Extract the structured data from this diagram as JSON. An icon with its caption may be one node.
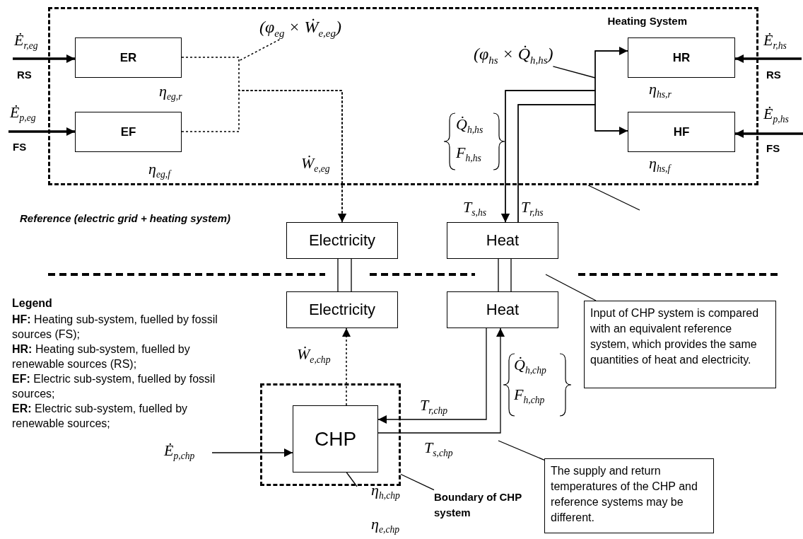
{
  "diagram": {
    "nodes": [
      {
        "text": [
          "Heating System"
        ]
      },
      {
        "text": [
          "ER"
        ],
        "in": 0,
        "beside": [
          "η$_{eg,r}$"
        ]
      },
      {
        "text": [
          "EF"
        ],
        "in": 0,
        "beside": [
          "η$_{eg,f}$"
        ]
      },
      {
        "text": [
          "HR"
        ],
        "in": 0,
        "beside": [
          "η$_{hs,r}$"
        ]
      },
      {
        "text": [
          "HF"
        ],
        "in": 0,
        "beside": [
          "η$_{hs,f}$"
        ]
      },
      {
        "text": [
          "Electricity"
        ]
      },
      {
        "text": [
          "Heat"
        ]
      },
      {
        "text": [
          "Electricity"
        ]
      },
      {
        "text": [
          "Heat"
        ]
      },
      {
        "text": [],
        "shape": "box"
      },
      {
        "text": [
          "CHP"
        ],
        "in": 9
      },
      {
        "text": [
          "η$_{h,chp}$",
          "η$_{e,chp}$"
        ]
      },
      {
        "text": [
          "Boundary of CHP system"
        ]
      },
      {
        "text": [
          "Input of CHP system is compared with an equivalent reference system, which provides the same quantities of heat and electricity."
        ]
      },
      {
        "text": [
          "The supply and return temperatures of the CHP and reference systems may be different."
        ]
      },
      {
        "text": [
          "(φ$_{hs}$ × Q̇$_{h,hs}$)"
        ],
        "in": 0
      },
      {
        "text": [
          "(φ$_{eg}$ × Ẇ$_{e,eg}$)"
        ],
        "in": 0
      },
      {
        "text": [
          "Ė$_{r,eg}$",
          "RS"
        ]
      },
      {
        "text": [
          "Ė$_{p,eg}$",
          "FS"
        ]
      },
      {
        "text": [
          "Ė$_{r,hs}$",
          "RS"
        ]
      },
      {
        "text": [
          "Ė$_{p,hs}$",
          "FS"
        ]
      },
      {
        "text": [
          "Ė$_{p,chp}$"
        ]
      }
    ],
    "edges": [
      {
        "from": 17,
        "to": 1,
        "arrow": "to",
        "style": "thick"
      },
      {
        "from": 18,
        "to": 2,
        "arrow": "to",
        "style": "thick"
      },
      {
        "from": 19,
        "to": 3,
        "arrow": "to",
        "style": "thick"
      },
      {
        "from": 20,
        "to": 4,
        "arrow": "to",
        "style": "thick"
      },
      {
        "from": 1,
        "to": 5,
        "arrow": "to",
        "style": "dashed"
      },
      {
        "from": 2,
        "to": 5,
        "arrow": "to",
        "style": "dashed"
      },
      {
        "from": 16,
        "to": null,
        "arrow": "none",
        "style": "dashed"
      },
      {
        "from": 3,
        "to": 6,
        "arrow": "to"
      },
      {
        "from": 4,
        "to": 6,
        "arrow": "to"
      },
      {
        "from": 6,
        "to": 3,
        "arrow": "to"
      },
      {
        "from": 6,
        "to": 4,
        "arrow": "to"
      },
      {
        "from": 15,
        "to": null,
        "arrow": "none"
      },
      {
        "from": null,
        "to": 0,
        "arrow": "none"
      },
      {
        "from": 7,
        "to": 5,
        "arrow": "none"
      },
      {
        "from": 8,
        "to": 6,
        "arrow": "none"
      },
      {
        "from": 13,
        "to": null,
        "arrow": "none"
      },
      {
        "from": 10,
        "to": 7,
        "arrow": "to",
        "style": "dashed"
      },
      {
        "from": 8,
        "to": 10,
        "arrow": "to"
      },
      {
        "from": 10,
        "to": 8,
        "arrow": "to"
      },
      {
        "from": 21,
        "to": 10,
        "arrow": "to"
      },
      {
        "from": 14,
        "to": null,
        "arrow": "none"
      },
      {
        "from": 11,
        "to": 10,
        "arrow": "none"
      },
      {
        "from": 12,
        "to": 9,
        "arrow": "none"
      }
    ],
    "labels": [
      "Ẇ$_{e,eg}$",
      "Q̇$_{h,hs}$",
      "F$_{h,hs}$",
      "T$_{s,hs}$",
      "T$_{r,hs}$",
      "Reference (electric grid + heating system)",
      "Legend",
      "**HF:** Heating sub-system, fuelled by fossil sources (FS);",
      "**HR:** Heating sub-system, fuelled by renewable sources (RS);",
      "**EF:** Electric sub-system, fuelled by fossil sources;",
      "**ER:** Electric sub-system, fuelled by renewable sources;",
      "Ẇ$_{e,chp}$",
      "T$_{r,chp}$",
      "Q̇$_{h,chp}$",
      "F$_{h,chp}$",
      "T$_{s,chp}$"
    ]
  }
}
